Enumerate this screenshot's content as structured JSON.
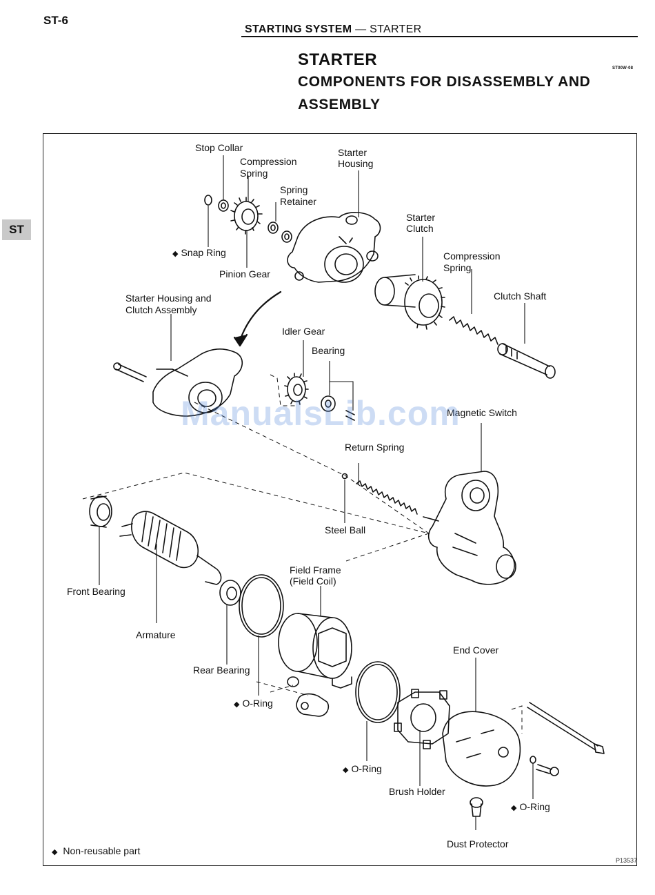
{
  "page": {
    "code": "ST-6",
    "section": "STARTING SYSTEM",
    "separator": "—",
    "subsection": "STARTER",
    "side_tab": "ST",
    "doc_code": "ST00W-08"
  },
  "heading": {
    "line1": "STARTER",
    "line2": "COMPONENTS FOR DISASSEMBLY AND",
    "line3": "ASSEMBLY"
  },
  "labels": {
    "stop_collar": "Stop Collar",
    "compression_spring_1": "Compression",
    "compression_spring_1b": "Spring",
    "spring_retainer_a": "Spring",
    "spring_retainer_b": "Retainer",
    "starter_housing_a": "Starter",
    "starter_housing_b": "Housing",
    "starter_clutch_a": "Starter",
    "starter_clutch_b": "Clutch",
    "compression_spring_2a": "Compression",
    "compression_spring_2b": "Spring",
    "clutch_shaft": "Clutch Shaft",
    "snap_ring": "Snap Ring",
    "pinion_gear": "Pinion Gear",
    "housing_assembly_a": "Starter Housing and",
    "housing_assembly_b": "Clutch Assembly",
    "idler_gear": "Idler Gear",
    "bearing": "Bearing",
    "magnetic_switch": "Magnetic Switch",
    "return_spring": "Return Spring",
    "steel_ball": "Steel Ball",
    "front_bearing": "Front Bearing",
    "armature": "Armature",
    "field_frame_a": "Field Frame",
    "field_frame_b": "(Field Coil)",
    "rear_bearing": "Rear Bearing",
    "o_ring_1": "O-Ring",
    "o_ring_2": "O-Ring",
    "o_ring_3": "O-Ring",
    "end_cover": "End Cover",
    "brush_holder": "Brush Holder",
    "dust_protector": "Dust Protector"
  },
  "legend": {
    "symbol": "◆",
    "text": "Non-reusable part"
  },
  "figure_number": "P13537",
  "watermark": "ManualsLib.com"
}
